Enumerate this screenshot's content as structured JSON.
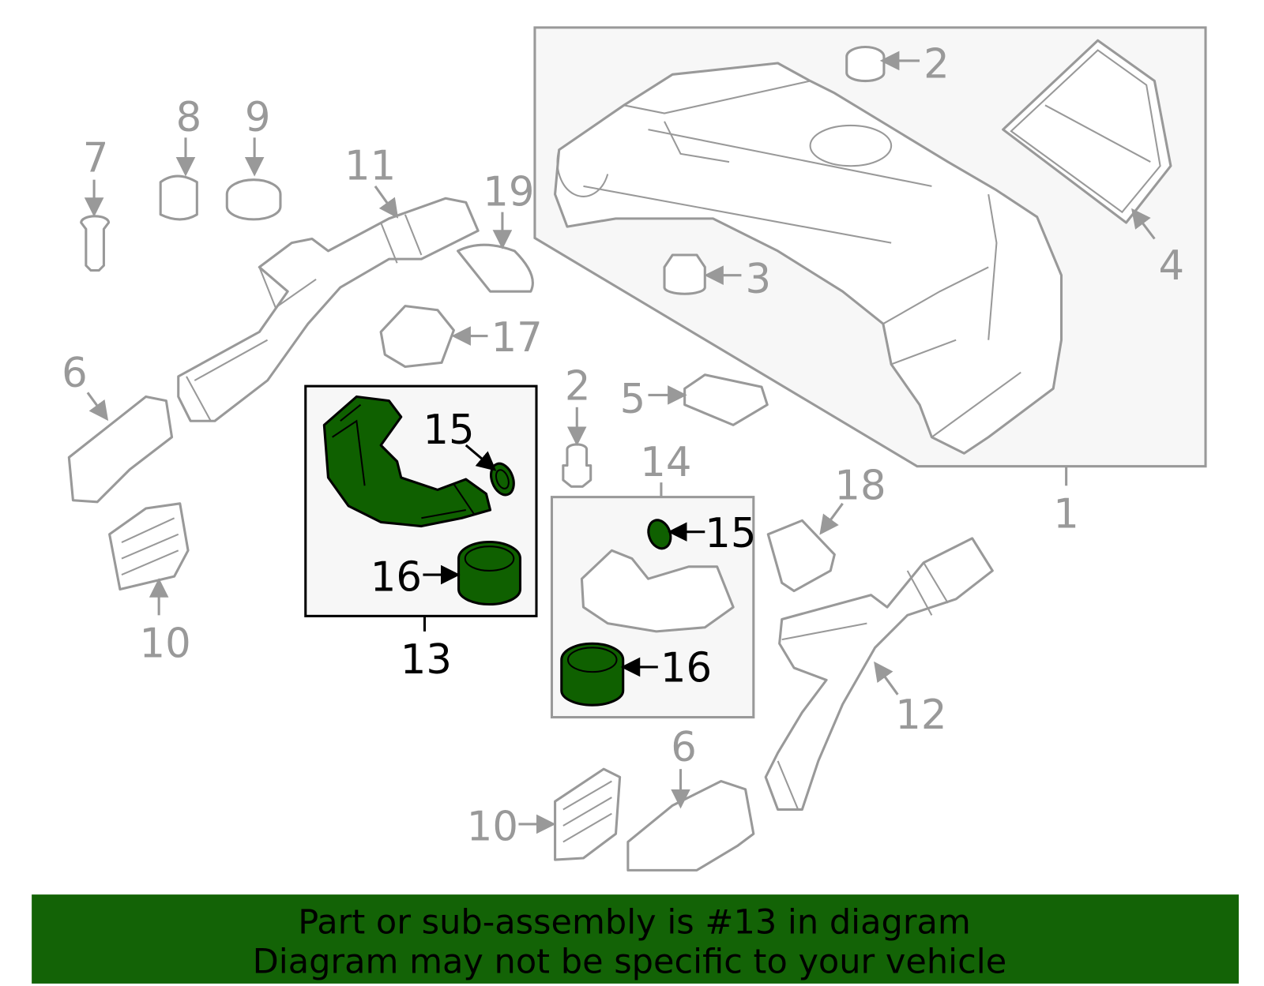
{
  "diagram": {
    "callouts": {
      "c1": "1",
      "c2a": "2",
      "c2b": "2",
      "c3": "3",
      "c4": "4",
      "c5": "5",
      "c6a": "6",
      "c6b": "6",
      "c7": "7",
      "c8": "8",
      "c9": "9",
      "c10a": "10",
      "c10b": "10",
      "c11": "11",
      "c12": "12",
      "c13": "13",
      "c14": "14",
      "c15a": "15",
      "c15b": "15",
      "c16a": "16",
      "c16b": "16",
      "c17": "17",
      "c18": "18",
      "c19": "19"
    },
    "highlight_color": "#0f6000",
    "part_color": "#999999"
  },
  "banner": {
    "line1": "Part or sub-assembly is #13 in diagram",
    "line2": "Diagram may not be specific to your vehicle",
    "background": "#136306"
  }
}
